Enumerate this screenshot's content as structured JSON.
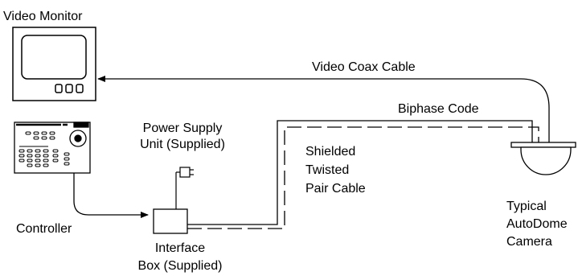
{
  "labels": {
    "video_monitor": "Video Monitor",
    "video_coax_cable": "Video Coax Cable",
    "biphase_code": "Biphase Code",
    "power_supply_line1": "Power Supply",
    "power_supply_line2": "Unit  (Supplied)",
    "shielded_line1": "Shielded",
    "shielded_line2": "Twisted",
    "shielded_line3": "Pair Cable",
    "controller": "Controller",
    "interface_line1": "Interface",
    "interface_line2": "Box (Supplied)",
    "camera_line1": "Typical",
    "camera_line2": "AutoDome",
    "camera_line3": "Camera"
  }
}
